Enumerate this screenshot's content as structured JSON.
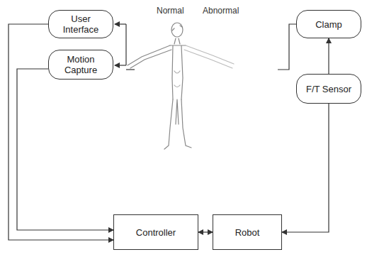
{
  "diagram": {
    "nodes": [
      {
        "text": [
          "User Interface"
        ]
      },
      {
        "text": [
          "Clamp"
        ]
      },
      {
        "text": [
          "Motion Capture"
        ]
      },
      {
        "text": [
          "F/T Sensor"
        ]
      },
      {
        "text": [
          "Controller"
        ]
      },
      {
        "text": [
          "Robot"
        ]
      }
    ],
    "edges": [
      {
        "from": 0,
        "to": 4,
        "arrow": "to"
      },
      {
        "from": 2,
        "to": 4,
        "arrow": "to"
      },
      {
        "from": 4,
        "to": 5,
        "arrow": "both"
      },
      {
        "from": 3,
        "to": 5,
        "arrow": "to"
      },
      {
        "from": 3,
        "to": 1,
        "arrow": "to"
      }
    ],
    "labels": [
      "Normal",
      "Abnormal"
    ]
  }
}
